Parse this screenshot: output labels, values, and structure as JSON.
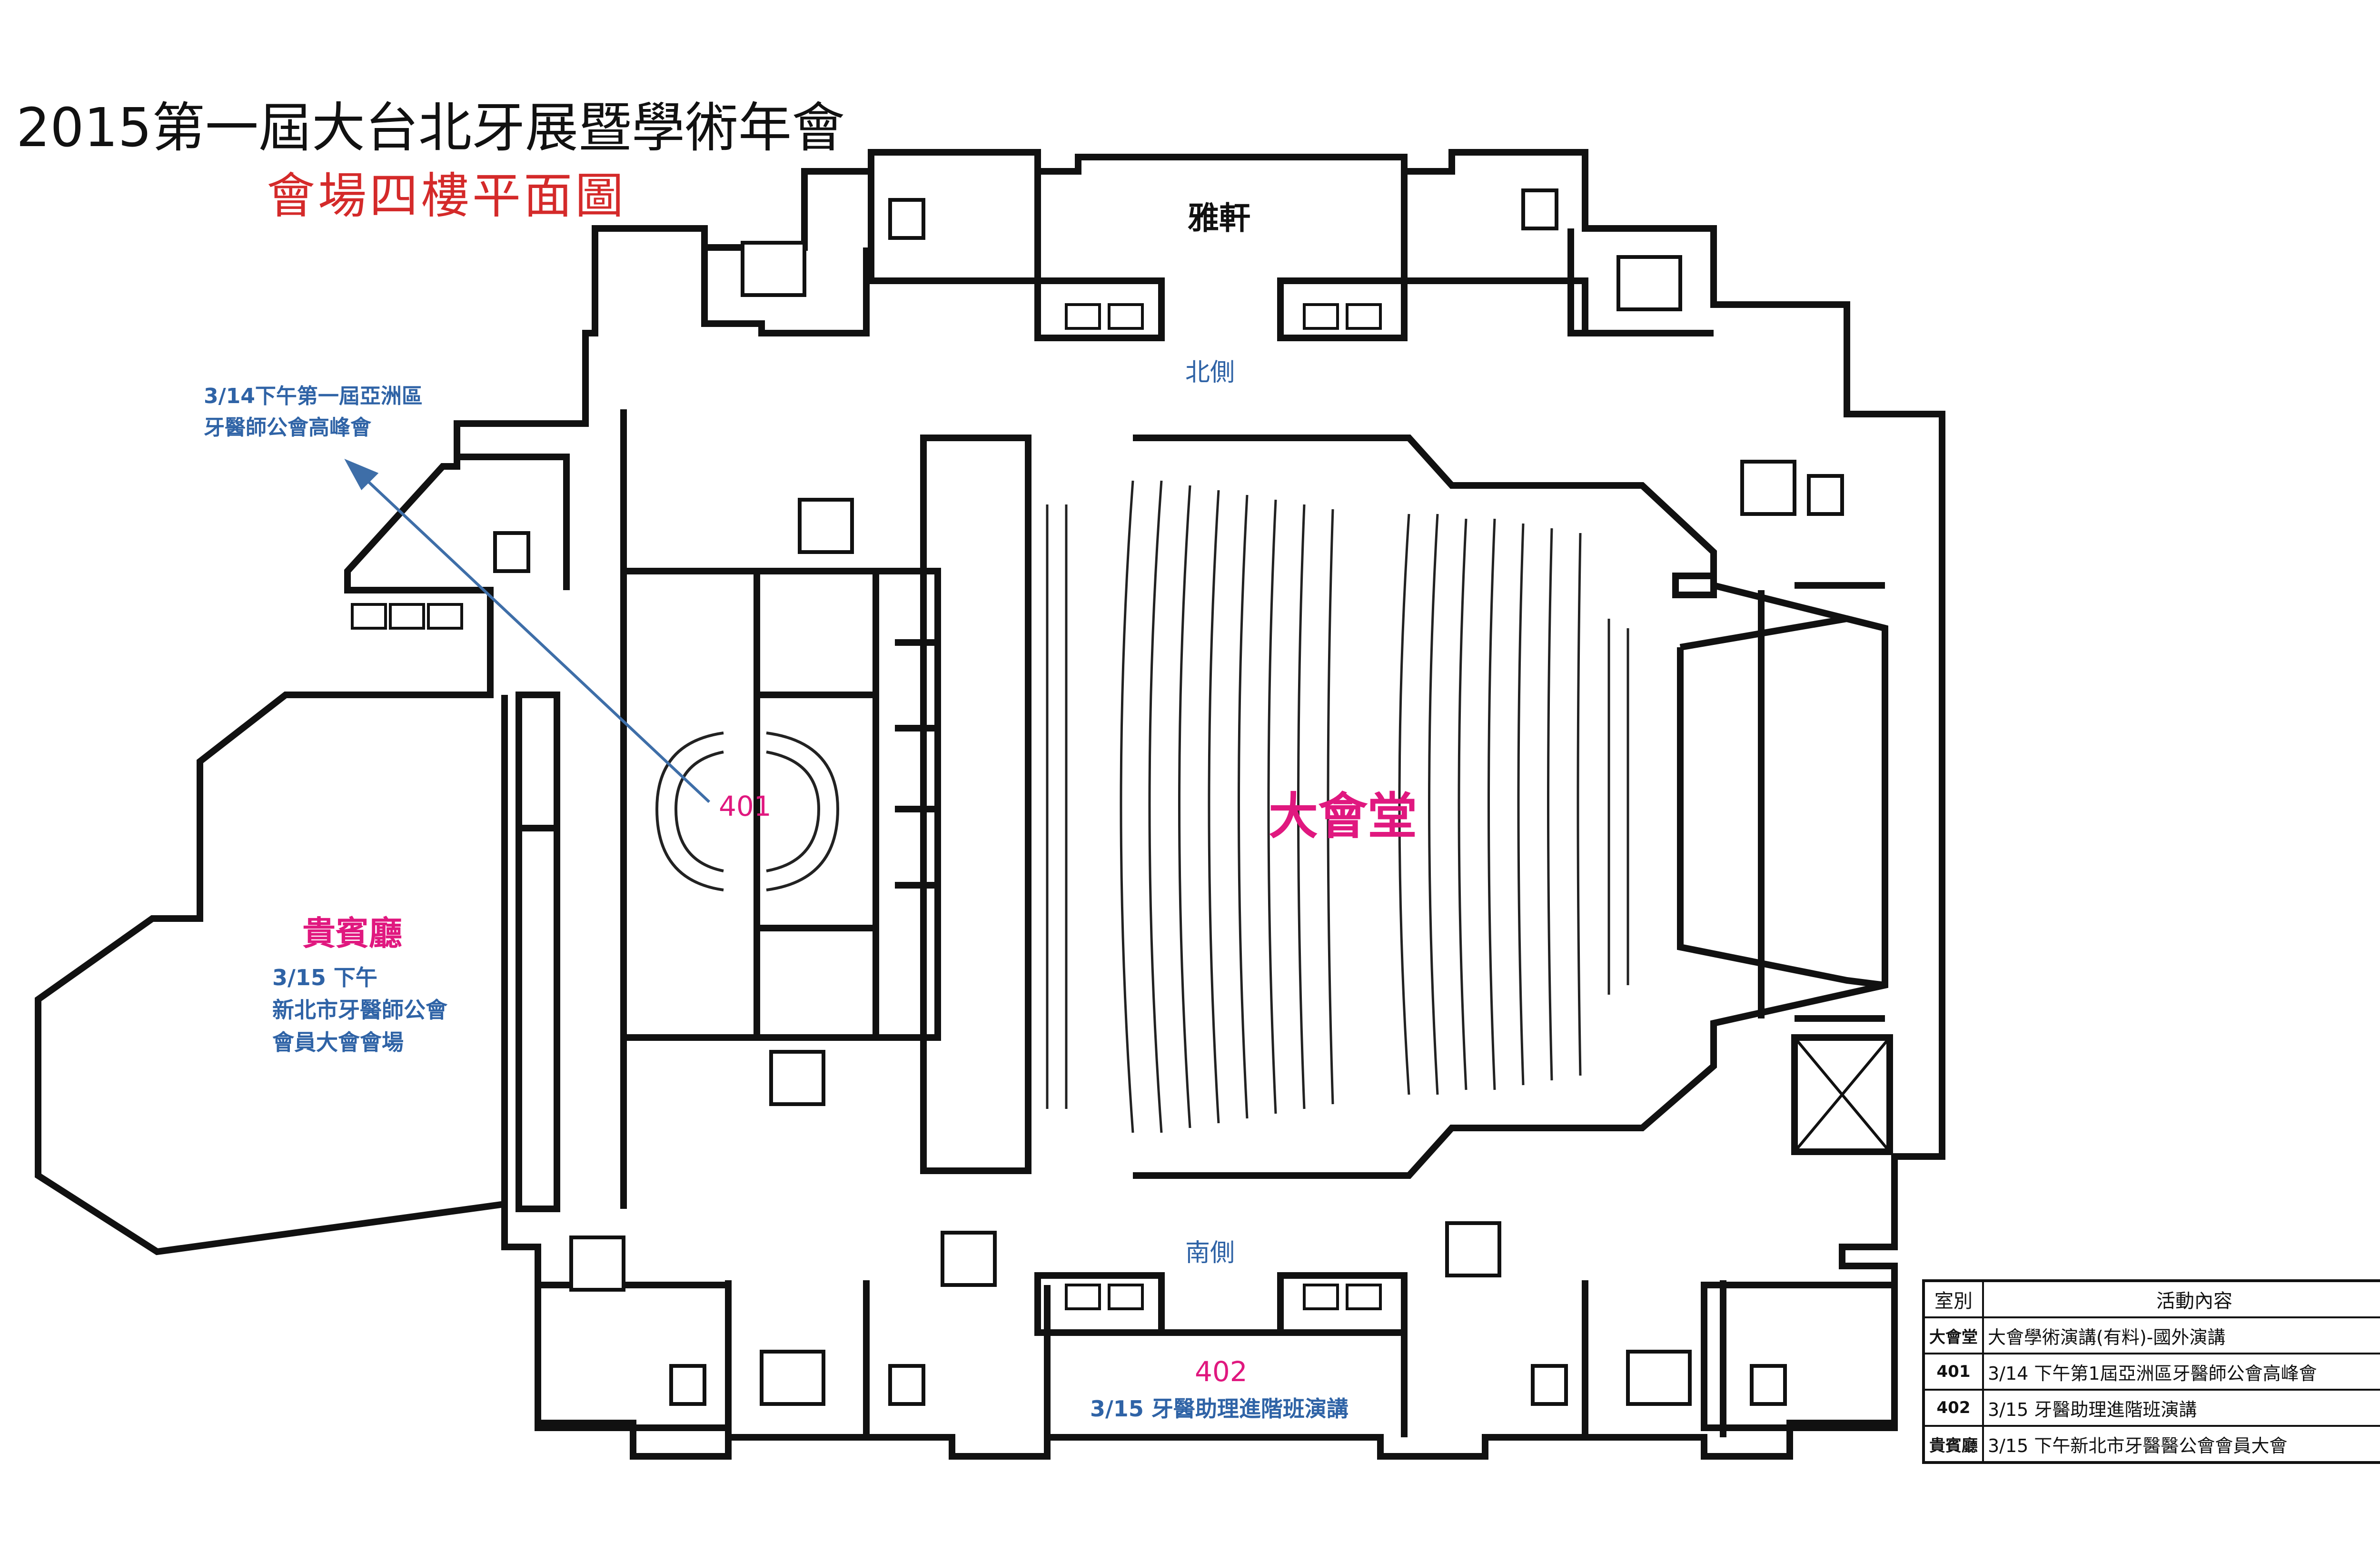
{
  "title": "2015第一屆大台北牙展暨學術年會",
  "subtitle": "會場四樓平面圖",
  "labels": {
    "yaxuan": "雅軒",
    "north": "北側",
    "south": "南側",
    "main_hall": "大會堂",
    "vip_hall": "貴賓廳",
    "room_401": "401",
    "room_402": "402"
  },
  "notes": {
    "room_401": [
      "3/14下午第一屆亞洲區",
      "牙醫師公會高峰會"
    ],
    "vip_hall": [
      "3/15 下午",
      "新北市牙醫師公會",
      "會員大會會場"
    ],
    "room_402": "3/15 牙醫助理進階班演講"
  },
  "legend": {
    "headers": [
      "室別",
      "活動內容"
    ],
    "rows": [
      {
        "room": "大會堂",
        "activity": "大會學術演講(有料)-國外演講"
      },
      {
        "room": "401",
        "activity": "3/14 下午第1屆亞洲區牙醫師公會高峰會"
      },
      {
        "room": "402",
        "activity": "3/15 牙醫助理進階班演講"
      },
      {
        "room": "貴賓廳",
        "activity": "3/15 下午新北市牙醫醫公會會員大會"
      }
    ]
  },
  "icons": [
    "exit-icon",
    "restroom-icon",
    "telephone-icon",
    "elevator-icon",
    "stairs-icon",
    "arrow-pointer-icon"
  ],
  "colors": {
    "accent_red": "#d42a2a",
    "magenta": "#e0187f",
    "blue": "#2f63a6",
    "wall": "#111111"
  }
}
